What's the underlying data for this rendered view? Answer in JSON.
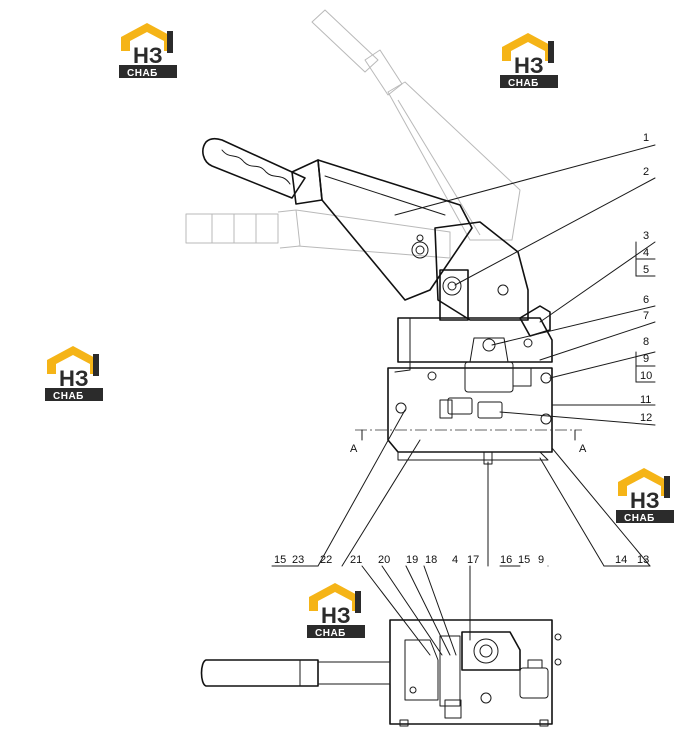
{
  "watermark": {
    "logo_text": "НЗ",
    "logo_word": "СНАБ",
    "accent": "#f5b417",
    "dark": "#2b2b2b"
  },
  "section_marks": {
    "left": "A",
    "right": "A"
  },
  "callouts_right": [
    "1",
    "2",
    "3",
    "4",
    "5",
    "6",
    "7",
    "8",
    "9",
    "10",
    "11",
    "12"
  ],
  "bottom_labels": [
    "15",
    "23",
    "22",
    "21",
    "20",
    "19",
    "18",
    "4",
    "17",
    "16",
    "15",
    "9",
    "14",
    "13"
  ]
}
